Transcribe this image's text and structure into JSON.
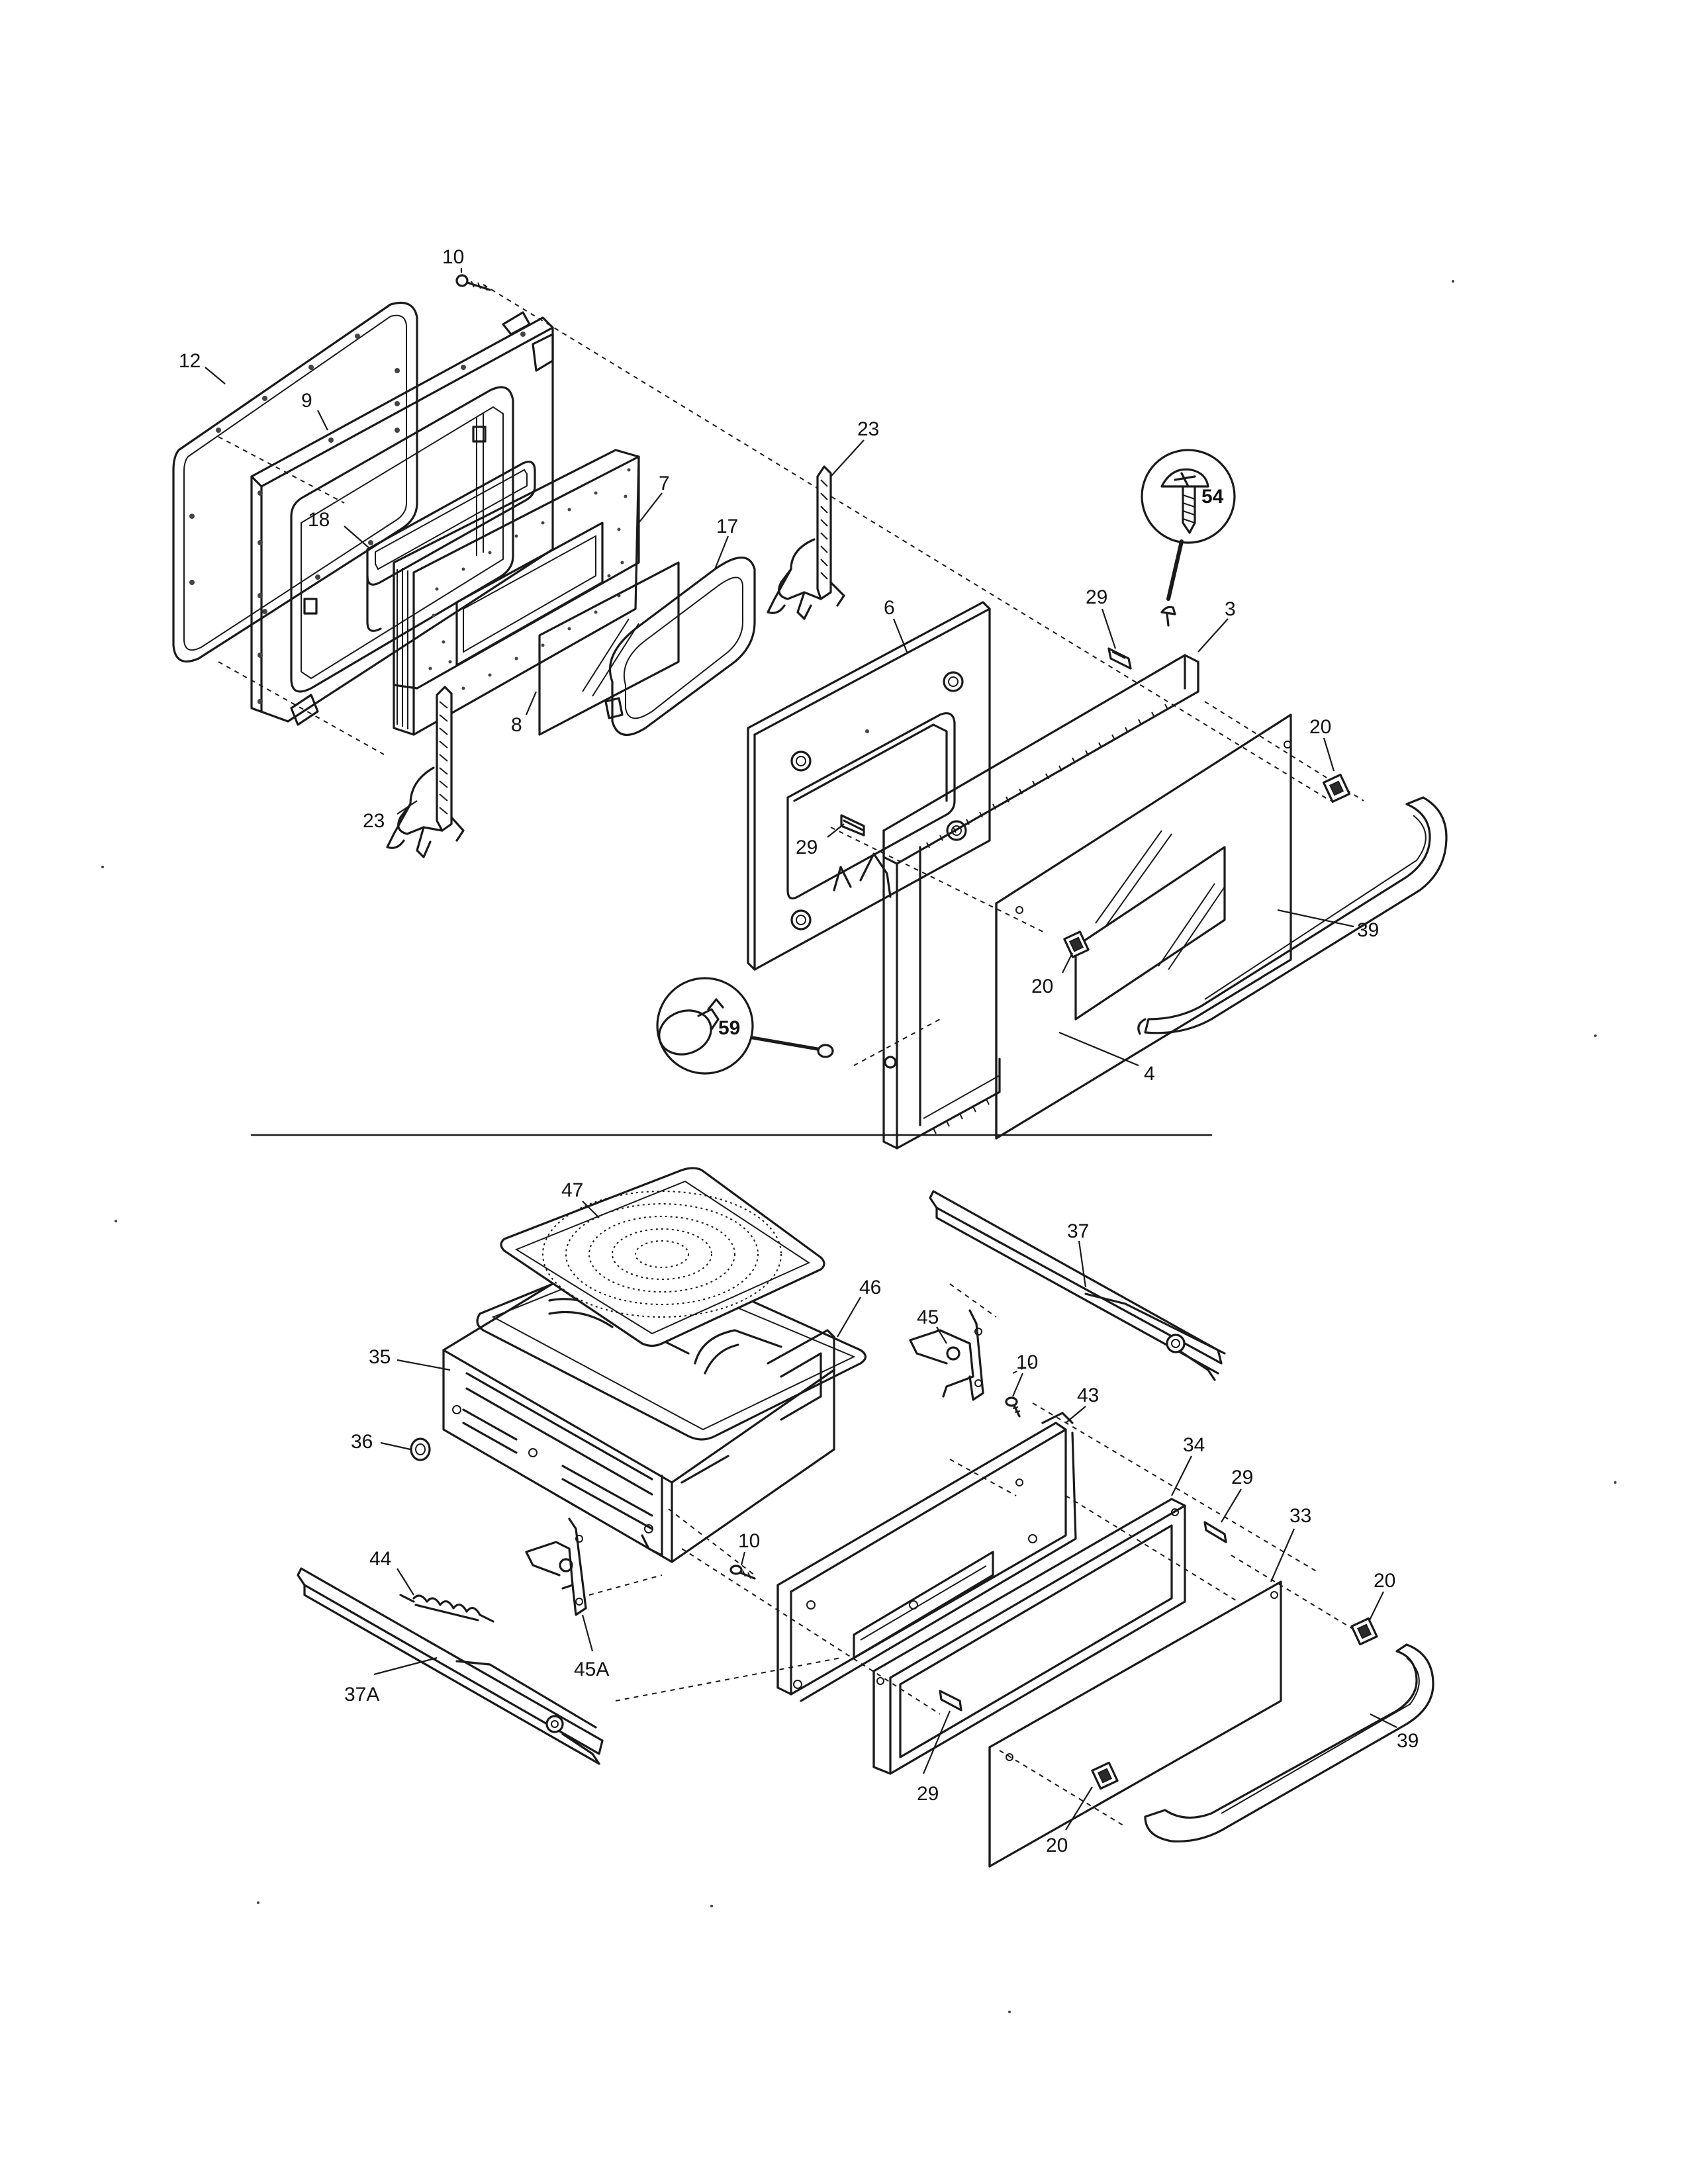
{
  "callouts": {
    "c10a": "10",
    "c12": "12",
    "c9": "9",
    "c23a": "23",
    "c54": "54",
    "c7": "7",
    "c18": "18",
    "c17": "17",
    "c6": "6",
    "c29a": "29",
    "c3": "3",
    "c8": "8",
    "c20a": "20",
    "c23b": "23",
    "c29b": "29",
    "c39a": "39",
    "c20b": "20",
    "c59": "59",
    "c4": "4",
    "c47": "47",
    "c37": "37",
    "c46": "46",
    "c45": "45",
    "c35": "35",
    "c10b": "10",
    "c43": "43",
    "c36": "36",
    "c34": "34",
    "c29c": "29",
    "c33": "33",
    "c10c": "10",
    "c44": "44",
    "c20c": "20",
    "c45a": "45A",
    "c39b": "39",
    "c37a": "37A",
    "c29d": "29",
    "c20d": "20"
  },
  "colors": {
    "line": "#1a1a1a",
    "background": "#ffffff"
  }
}
